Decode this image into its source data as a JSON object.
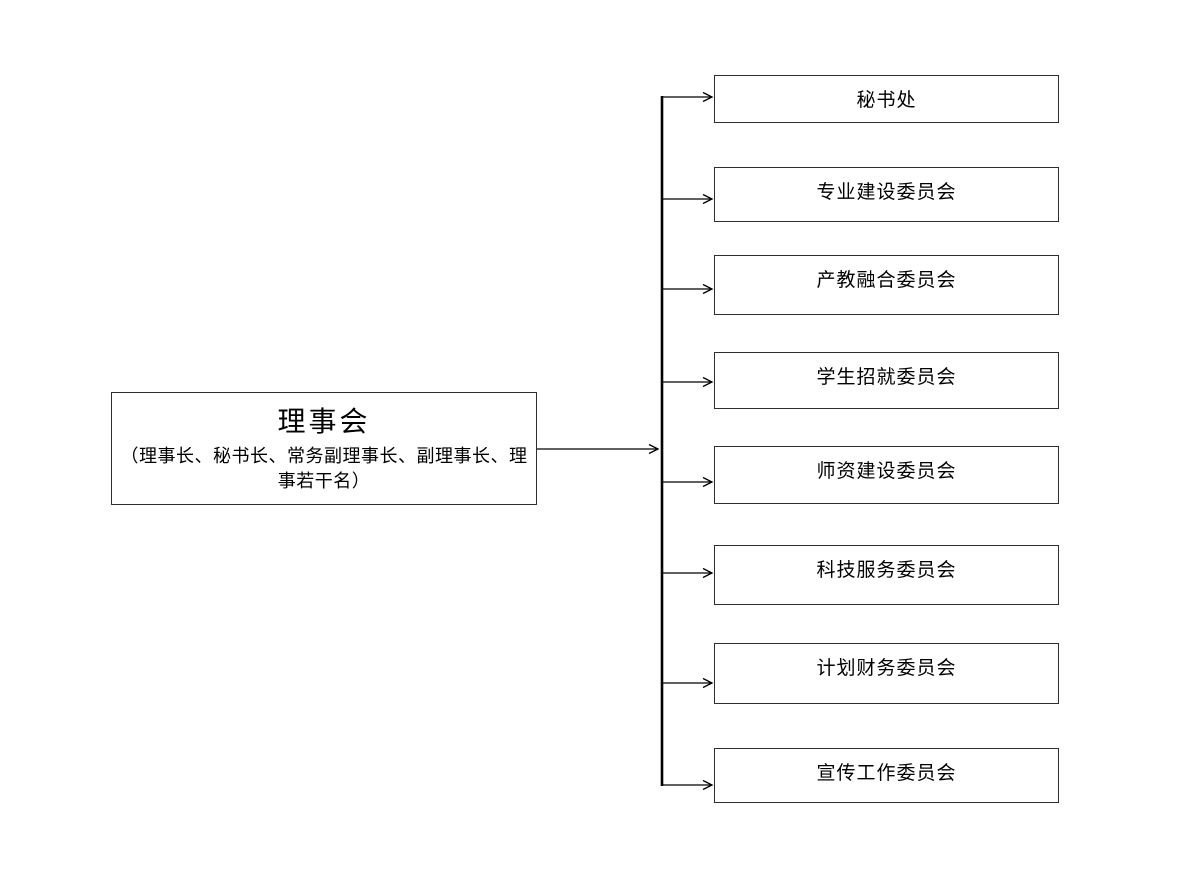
{
  "diagram": {
    "type": "org-chart",
    "root": {
      "title": "理事会",
      "subtitle": "（理事长、秘书长、常务副理事长、副理事长、理事若干名）"
    },
    "committees": [
      {
        "label": "秘书处"
      },
      {
        "label": "专业建设委员会"
      },
      {
        "label": "产教融合委员会"
      },
      {
        "label": "学生招就委员会"
      },
      {
        "label": "师资建设委员会"
      },
      {
        "label": "科技服务委员会"
      },
      {
        "label": "计划财务委员会"
      },
      {
        "label": "宣传工作委员会"
      }
    ],
    "colors": {
      "background": "#ffffff",
      "line": "#000000",
      "border": "#2e2e2e",
      "text": "#000000"
    }
  }
}
